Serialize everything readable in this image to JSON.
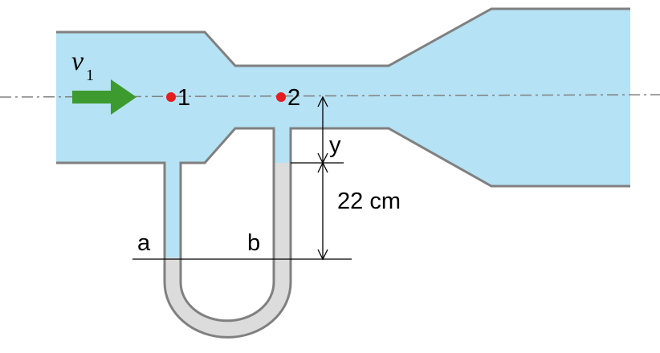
{
  "labels": {
    "velocity_symbol": "v",
    "velocity_subscript": "1",
    "point_1": "1",
    "point_2": "2",
    "height_y": "y",
    "height_value": "22 cm",
    "level_a": "a",
    "level_b": "b"
  },
  "colors": {
    "water": "#b5e2f4",
    "wall": "#808080",
    "manometer_fluid": "#dcdcdc",
    "arrow": "#3c9a2e",
    "point_marker": "#e41e1e",
    "centerline": "#808080"
  },
  "icons": {
    "flow_arrow": "arrow-right-icon",
    "point_marker": "red-dot-icon"
  }
}
